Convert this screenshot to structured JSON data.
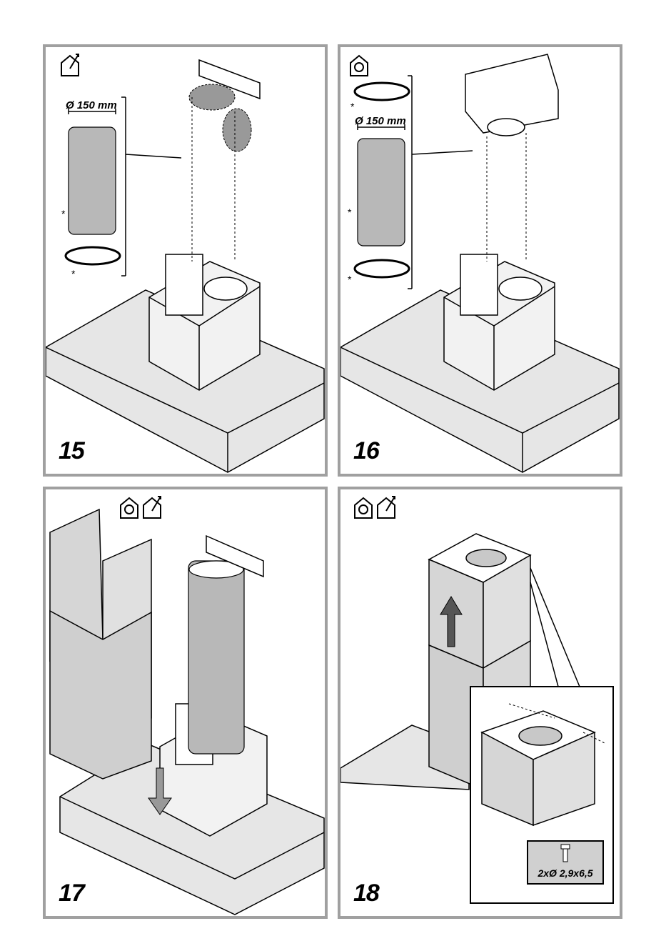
{
  "panels": [
    {
      "id": "15",
      "step": "15",
      "diameter_label": "Ø 150 mm",
      "icons": [
        "ducted-house-icon"
      ]
    },
    {
      "id": "16",
      "step": "16",
      "diameter_label": "Ø 150 mm",
      "icons": [
        "recirculation-house-icon"
      ]
    },
    {
      "id": "17",
      "step": "17",
      "icons": [
        "recirculation-house-icon",
        "ducted-house-icon"
      ]
    },
    {
      "id": "18",
      "step": "18",
      "screw_label": "2xØ 2,9x6,5",
      "icons": [
        "recirculation-house-icon",
        "ducted-house-icon"
      ]
    }
  ],
  "colors": {
    "frame": "#a0a0a0",
    "fill_gray": "#b8b8b8",
    "line": "#000000"
  }
}
